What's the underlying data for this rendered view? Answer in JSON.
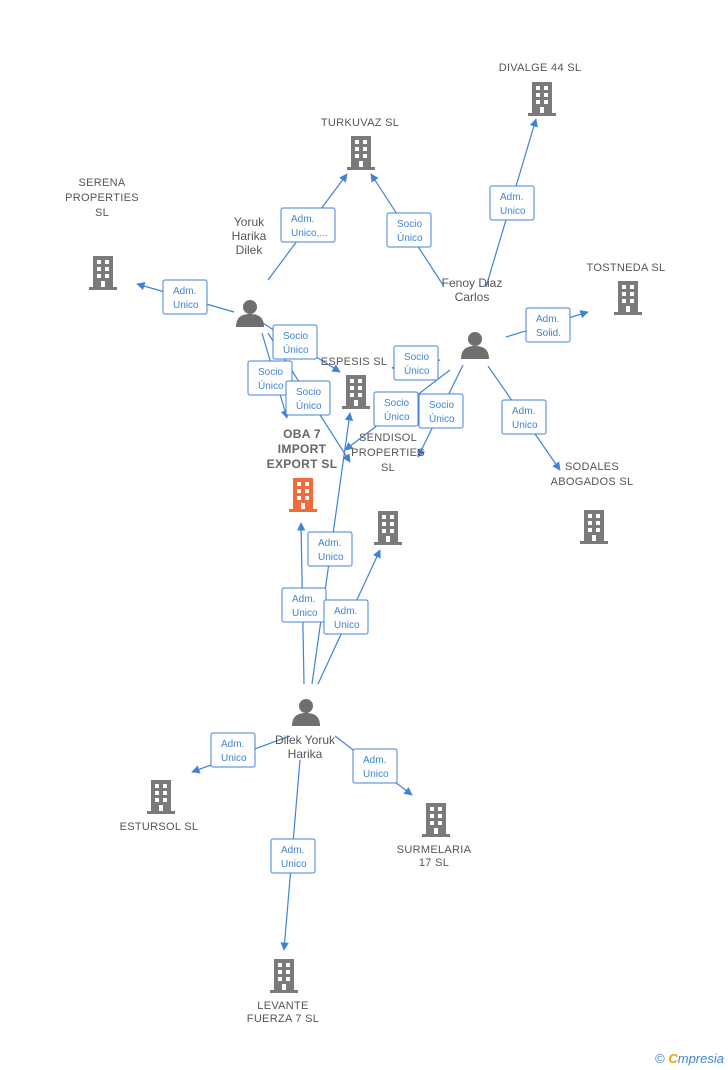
{
  "colors": {
    "edge": "#3f83d9",
    "building": "#7a7a7a",
    "main_building": "#f26b3a",
    "person": "#6f6f6f",
    "text": "#555555"
  },
  "companies": [
    {
      "id": "oba7",
      "lines": [
        "OBA 7",
        "IMPORT",
        "EXPORT  SL"
      ],
      "main": true
    },
    {
      "id": "divalge",
      "lines": [
        "DIVALGE 44 SL"
      ]
    },
    {
      "id": "turkuvaz",
      "lines": [
        "TURKUVAZ  SL"
      ]
    },
    {
      "id": "serena",
      "lines": [
        "SERENA",
        "PROPERTIES",
        "SL"
      ]
    },
    {
      "id": "tostneda",
      "lines": [
        "TOSTNEDA SL"
      ]
    },
    {
      "id": "espesis",
      "lines": [
        "ESPESIS  SL"
      ]
    },
    {
      "id": "sendisol",
      "lines": [
        "SENDISOL",
        "PROPERTIES",
        "SL"
      ]
    },
    {
      "id": "sodales",
      "lines": [
        "SODALES",
        "ABOGADOS  SL"
      ]
    },
    {
      "id": "estursol",
      "lines": [
        "ESTURSOL SL"
      ]
    },
    {
      "id": "surmelaria",
      "lines": [
        "SURMELARIA",
        "17  SL"
      ]
    },
    {
      "id": "levante",
      "lines": [
        "LEVANTE",
        "FUERZA 7  SL"
      ]
    }
  ],
  "persons": [
    {
      "id": "yoruk",
      "lines": [
        "Yoruk",
        "Harika",
        "Dilek"
      ]
    },
    {
      "id": "fenoy",
      "lines": [
        "Fenoy Diaz",
        "Carlos"
      ]
    },
    {
      "id": "dilek",
      "lines": [
        "Dilek Yoruk",
        "Harika"
      ]
    }
  ],
  "edges": [
    {
      "id": "yoruk-turkuvaz",
      "lines": [
        "Adm.",
        "Unico,..."
      ]
    },
    {
      "id": "yoruk-serena",
      "lines": [
        "Adm.",
        "Unico"
      ]
    },
    {
      "id": "yoruk-espesis",
      "lines": [
        "Socio",
        "Único"
      ]
    },
    {
      "id": "yoruk-oba7",
      "lines": [
        "Socio",
        "Único"
      ]
    },
    {
      "id": "yoruk-sendisol",
      "lines": [
        "Socio",
        "Único"
      ]
    },
    {
      "id": "fenoy-turkuvaz",
      "lines": [
        "Socio",
        "Único"
      ]
    },
    {
      "id": "fenoy-divalge",
      "lines": [
        "Adm.",
        "Unico"
      ]
    },
    {
      "id": "fenoy-tostneda",
      "lines": [
        "Adm.",
        "Solid."
      ]
    },
    {
      "id": "fenoy-espesis",
      "lines": [
        "Socio",
        "Único"
      ]
    },
    {
      "id": "fenoy-oba7",
      "lines": [
        "Socio",
        "Único"
      ]
    },
    {
      "id": "fenoy-sendisol",
      "lines": [
        "Socio",
        "Único"
      ]
    },
    {
      "id": "fenoy-sodales",
      "lines": [
        "Adm.",
        "Unico"
      ]
    },
    {
      "id": "dilek-espesis",
      "lines": [
        "Adm.",
        "Unico"
      ]
    },
    {
      "id": "dilek-oba7",
      "lines": [
        "Adm.",
        "Unico"
      ]
    },
    {
      "id": "dilek-sendisol",
      "lines": [
        "Adm.",
        "Unico"
      ]
    },
    {
      "id": "dilek-estursol",
      "lines": [
        "Adm.",
        "Unico"
      ]
    },
    {
      "id": "dilek-surmelaria",
      "lines": [
        "Adm.",
        "Unico"
      ]
    },
    {
      "id": "dilek-levante",
      "lines": [
        "Adm.",
        "Unico"
      ]
    }
  ],
  "footer": {
    "copyright": "©",
    "brand_initial": "C",
    "brand_rest": "mpresia"
  }
}
